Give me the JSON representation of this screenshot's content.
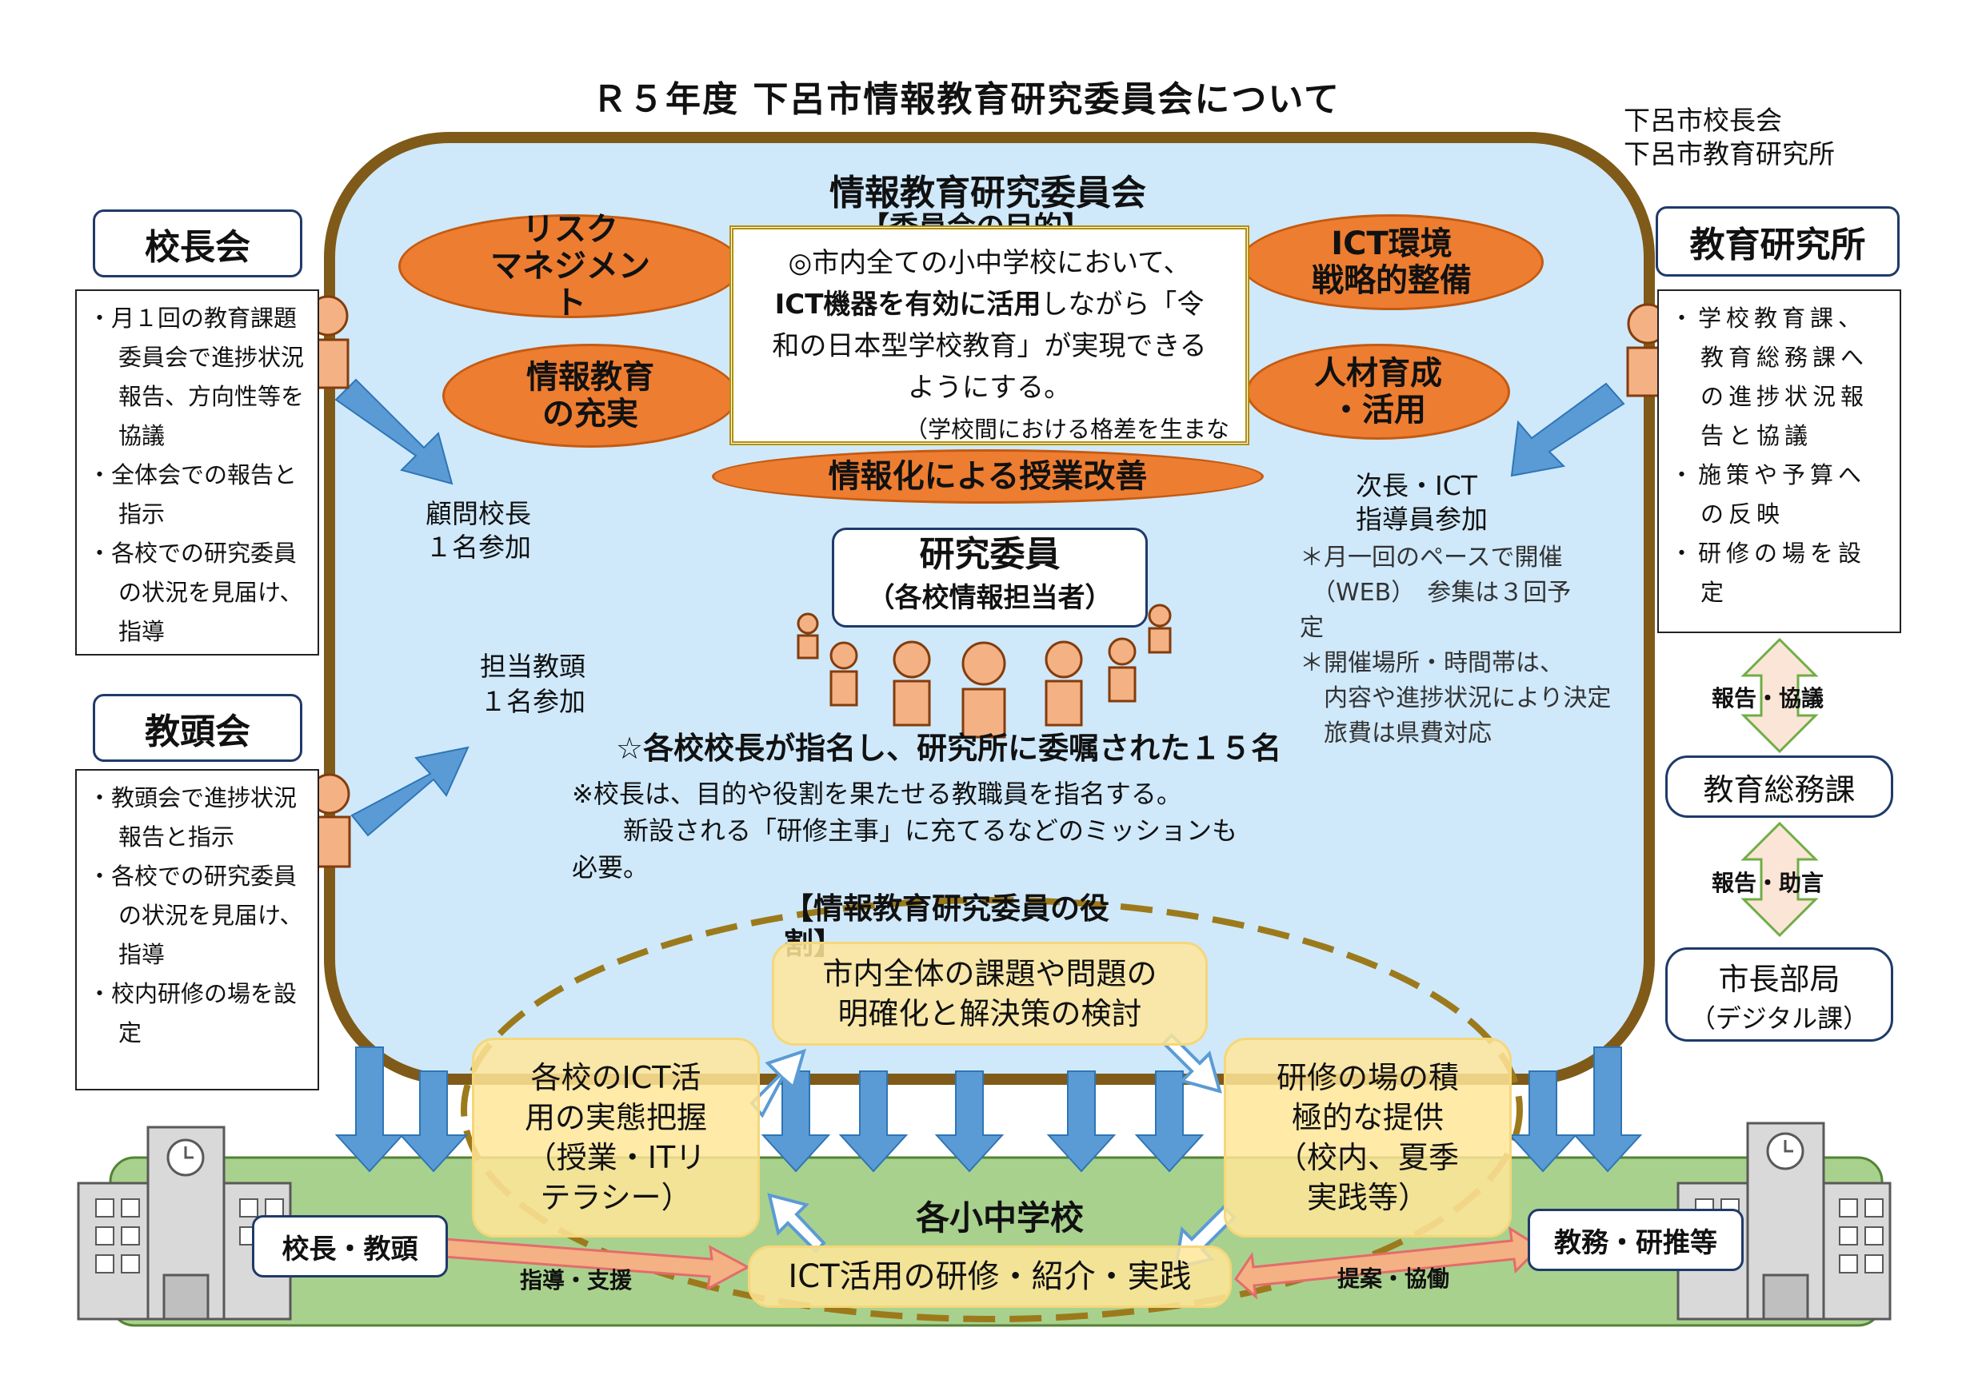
{
  "title": "Ｒ５年度 下呂市情報教育研究委員会について",
  "organizers": [
    "下呂市校長会",
    "下呂市教育研究所"
  ],
  "committee": {
    "name": "情報教育研究委員会",
    "purpose_heading": "【委員会の目的】",
    "purpose_lines": [
      "◎市内全ての小中学校において、",
      "ICT機器を有効に活用しながら「令",
      "和の日本型学校教育」が実現できる",
      "ようにする。",
      "（学校間における格差を生まな"
    ],
    "purpose_emphasis": "ICT機器を有効に活用",
    "themes": {
      "risk": "リスク\nマネジメン\nト",
      "ict_env": "ICT環境\n戦略的整備",
      "info_edu": "情報教育\nの充実",
      "human": "人材育成\n・活用",
      "lesson": "情報化による授業改善"
    }
  },
  "left": {
    "principals": {
      "label": "校長会",
      "items": [
        "・月１回の教育課題委員会で進捗状況報告、方向性等を協議",
        "・全体会での報告と指示",
        "・各校での研究委員の状況を見届け、指導"
      ],
      "participation": "顧問校長\n１名参加"
    },
    "vice_principals": {
      "label": "教頭会",
      "items": [
        "・教頭会で進捗状況報告と指示",
        "・各校での研究委員の状況を見届け、指導",
        "・校内研修の場を設定"
      ],
      "participation": "担当教頭\n１名参加"
    }
  },
  "right": {
    "institute": {
      "label": "教育研究所",
      "items": [
        "・学校教育課、教育総務課への進捗状況報告と協議",
        "・施策や予算への反映",
        "・研修の場を設定"
      ],
      "participation": "次長・ICT\n指導員参加"
    },
    "general_affairs": "教育総務課",
    "mayor_office": "市長部局",
    "mayor_office_sub": "（デジタル課）",
    "arrow1": "報告・協議",
    "arrow2": "報告・助言"
  },
  "members": {
    "label": "研究委員",
    "sub": "（各校情報担当者）",
    "appointment": "☆各校校長が指名し、研究所に委嘱された１５名",
    "note": "※校長は、目的や役割を果たせる教職員を指名する。\n　　新設される「研修主事」に充てるなどのミッションも\n必要。"
  },
  "meeting_notes": "＊月一回のペースで開催\n　（WEB）　参集は３回予\n定\n＊開催場所・時間帯は、\n　内容や進捗状況により決定\n　旅費は県費対応",
  "roles": {
    "heading": "【情報教育研究委員の役\n割】",
    "items": [
      "市内全体の課題や問題の\n明確化と解決策の検討",
      "各校のICT活\n用の実態把握\n（授業・ITリ\nテラシー）",
      "研修の場の積\n極的な提供\n（校内、夏季\n実践等）",
      "ICT活用の研修・紹介・実践"
    ]
  },
  "schools": {
    "label": "各小中学校",
    "left_tag": "校長・教頭",
    "right_tag": "教務・研推等",
    "left_arrow": "指導・支援",
    "right_arrow": "提案・協働"
  },
  "colors": {
    "committee_bg": "#cfe9fb",
    "frame": "#7f5a18",
    "orange": "#ed7d31",
    "arrow": "#5b9bd5",
    "green": "#a9d18e",
    "yellow": "#ffe699",
    "person": "#f4b183"
  }
}
